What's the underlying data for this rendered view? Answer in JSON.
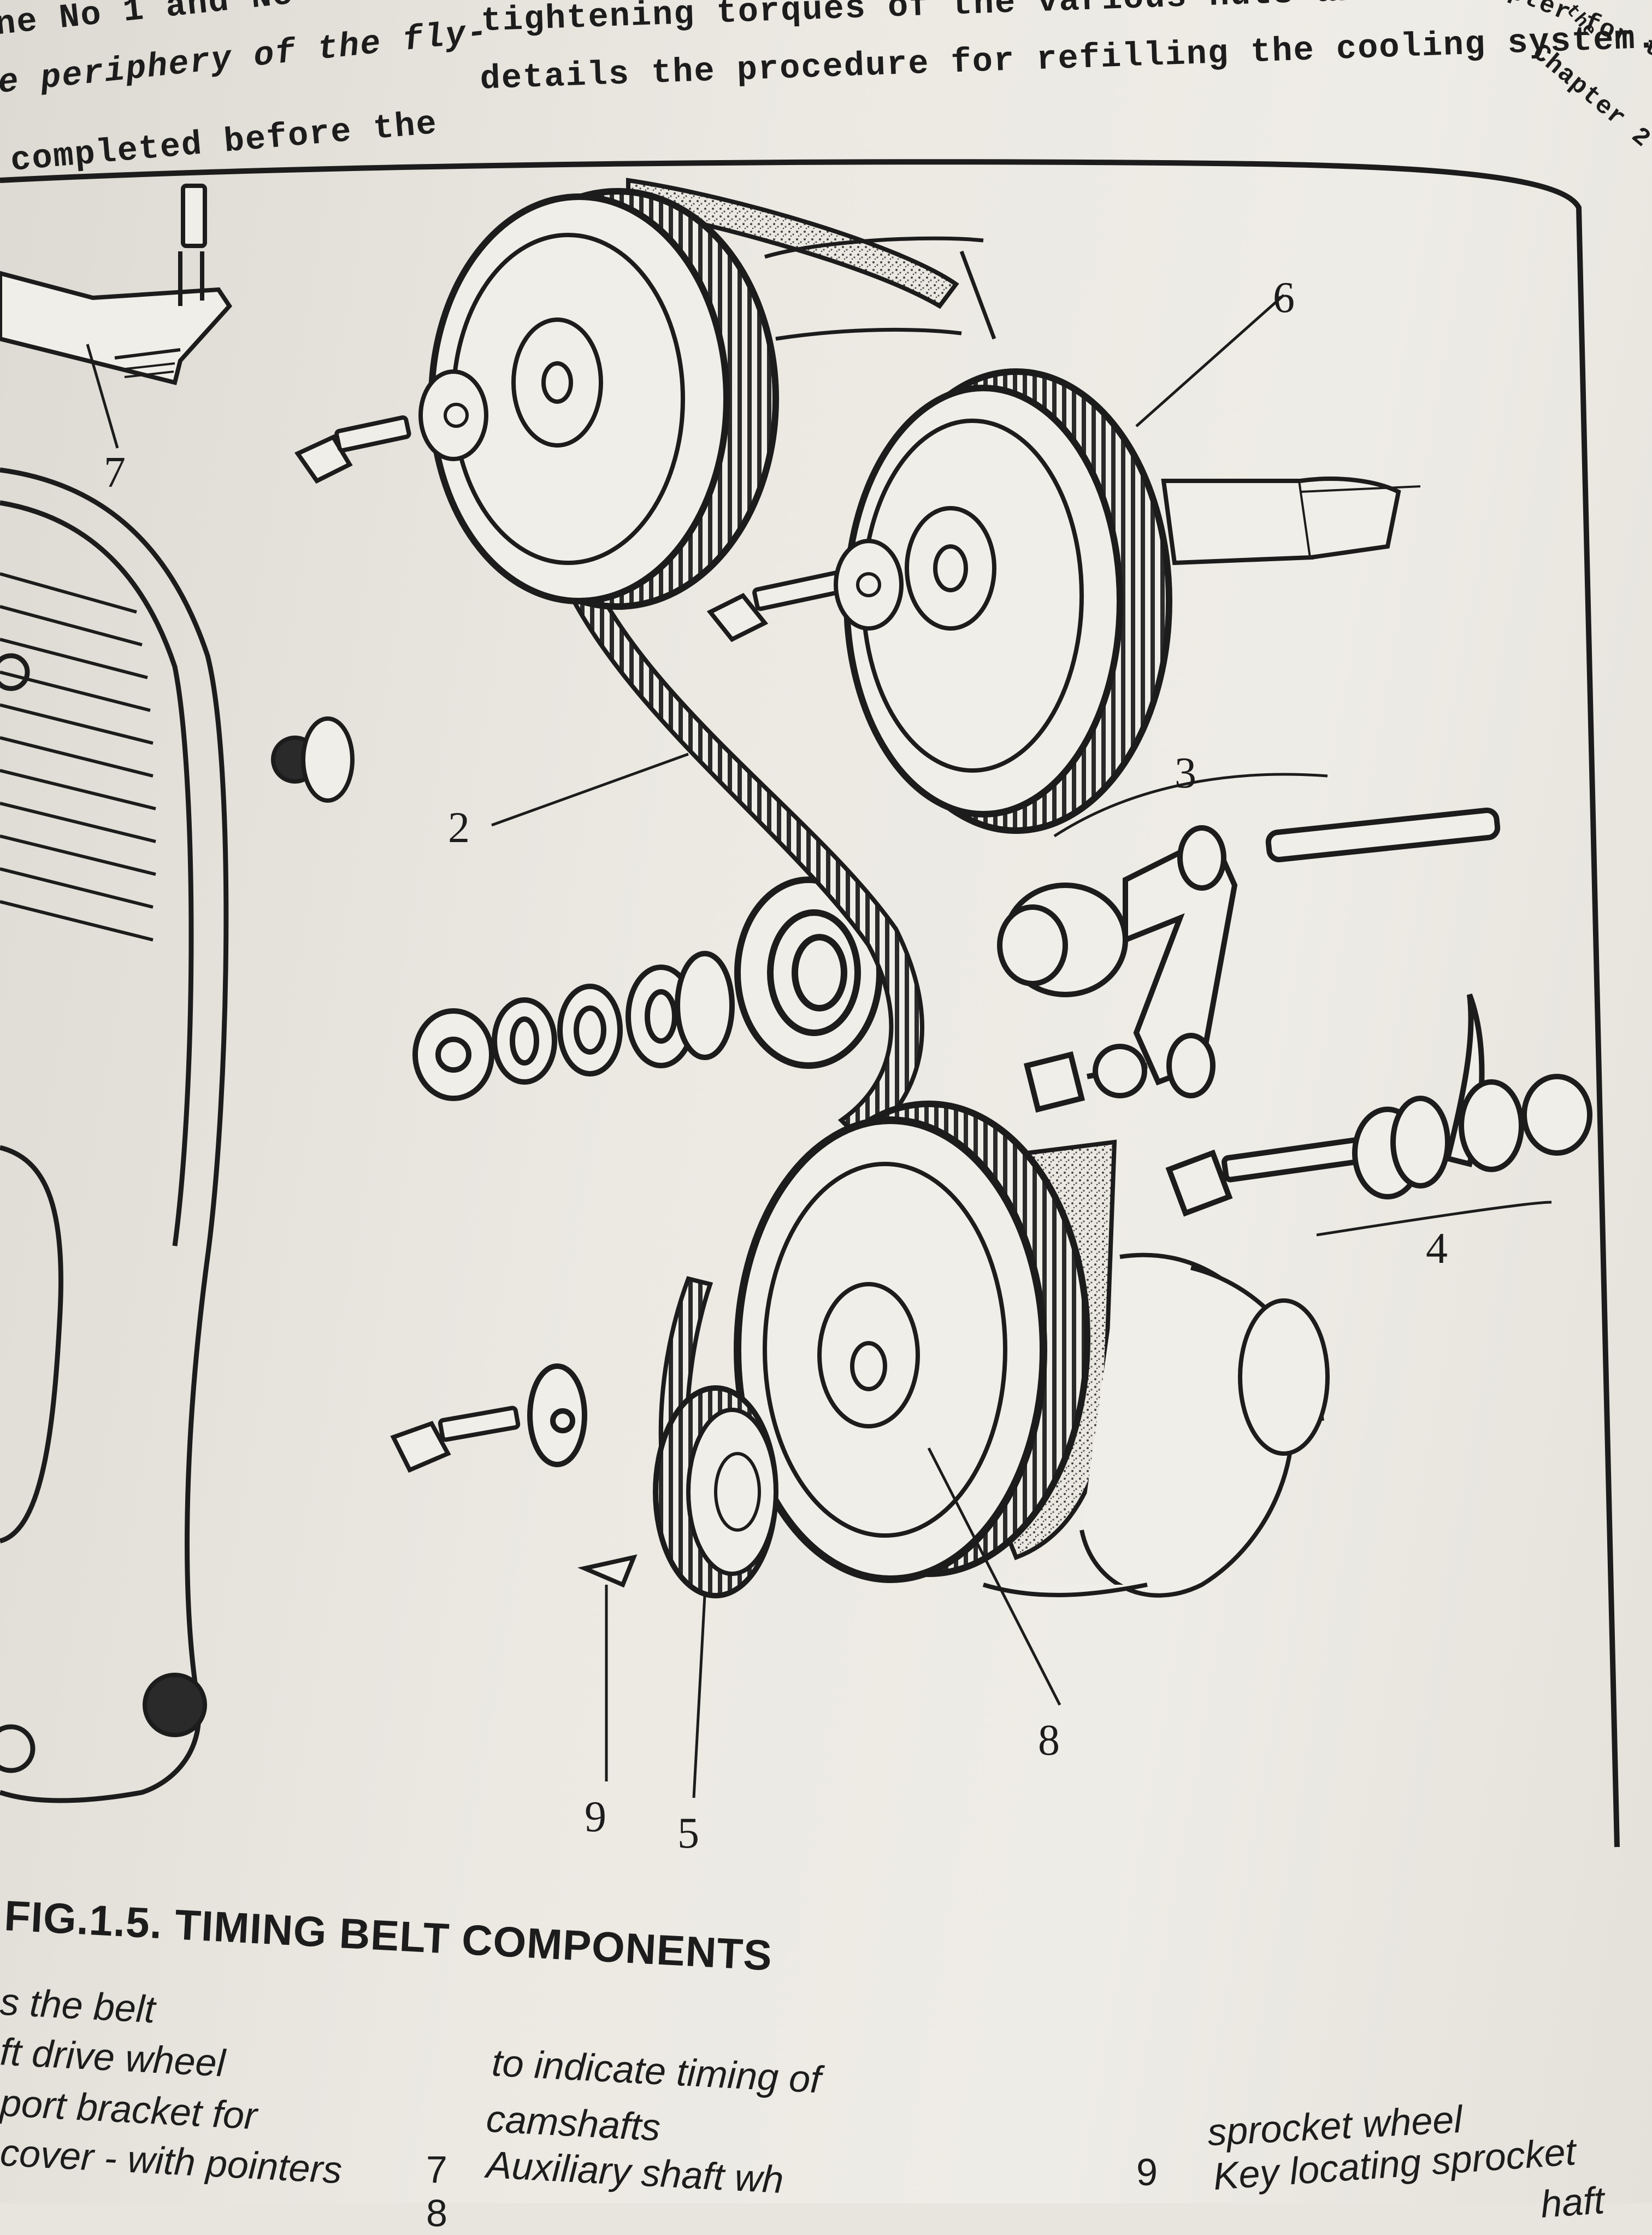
{
  "top_text": {
    "left_lines": [
      "ne No 1 and No",
      "e periphery of the fly-",
      "completed before the"
    ],
    "right_lines": [
      "tightening torques of the various nuts and bolts.",
      "details the procedure for refilling the cooling system.",
      "is chapter for the",
      "Chapter 2",
      "the"
    ]
  },
  "callouts": [
    "2",
    "3",
    "4",
    "5",
    "6",
    "7",
    "8",
    "9"
  ],
  "caption": "FIG.1.5. TIMING BELT COMPONENTS",
  "legend": {
    "left": [
      "s the belt",
      "ft drive wheel",
      "port bracket for",
      "cover - with pointers"
    ],
    "middle": [
      "to indicate timing of",
      "camshafts",
      "Auxiliary shaft wh"
    ],
    "middle_numbers": [
      "7",
      "8"
    ],
    "right": [
      "sprocket wheel",
      "Key locating sprocket",
      "haft"
    ],
    "right_numbers": [
      "9"
    ]
  },
  "colors": {
    "paper": "#e7e5de",
    "ink": "#1c1c1c"
  }
}
